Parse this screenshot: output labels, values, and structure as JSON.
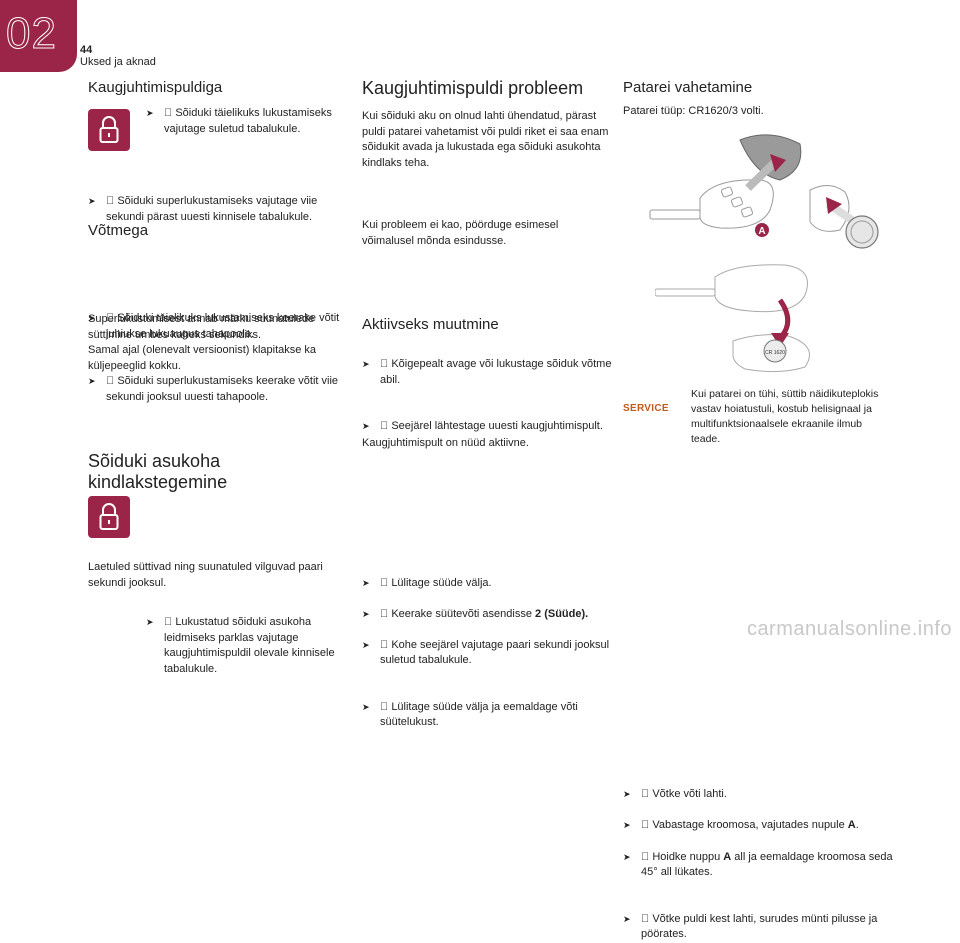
{
  "header": {
    "chapter_number": "02",
    "page_number": "44",
    "section_title": "Uksed ja aknad"
  },
  "col1": {
    "remote_title": "Kaugjuhtimispuldiga",
    "remote_bullet_1": "Sõiduki täielikuks lukustamiseks vajutage suletud tabalukule.",
    "remote_bullet_2": "Sõiduki superlukustamiseks vajutage viie sekundi pärast uuesti kinnisele tabalukule.",
    "key_title": "Võtmega",
    "key_bullet_1": "Sõiduki täielikuks lukustamiseks keerake võtit juhiukse lukuaugus tahapoole.",
    "key_bullet_2": "Sõiduki superlukustamiseks keerake võtit viie sekundi jooksul uuesti tahapoole.",
    "key_para_1": "Superlukustumisest annab märku suunatulede süttimine umbes kaheks sekundiks.",
    "key_para_2": "Samal ajal (olenevalt versioonist) klapitakse ka küljepeeglid kokku.",
    "locate_title_1": "Sõiduki asukoha",
    "locate_title_2": "kindlakstegemine",
    "locate_bullet": "Lukustatud sõiduki asukoha leidmiseks parklas vajutage kaugjuhtimispuldil olevale kinnisele tabalukule.",
    "locate_para": "Laetuled süttivad ning suunatuled vilguvad paari sekundi jooksul."
  },
  "col2": {
    "problem_title": "Kaugjuhtimispuldi probleem",
    "problem_para": "Kui sõiduki aku on olnud lahti ühendatud, pärast puldi patarei vahetamist või puldi riket ei saa enam sõidukit avada ja lukustada ega sõiduki asukohta kindlaks teha.",
    "problem_bullet_1": "Kõigepealt avage või lukustage sõiduk võtme abil.",
    "problem_bullet_2": "Seejärel lähtestage uuesti kaugjuhtimispult.",
    "problem_para_2": "Kui probleem ei kao, pöörduge esimesel võimalusel mõnda esindusse.",
    "activate_title": "Aktiivseks muutmine",
    "activate_bullet_1": "Lülitage süüde välja.",
    "activate_bullet_2_prefix": "Keerake süütevõti asendisse ",
    "activate_bullet_2_bold": "2 (Süüde).",
    "activate_bullet_3": "Kohe seejärel vajutage paari sekundi jooksul suletud tabalukule.",
    "activate_bullet_4": "Lülitage süüde välja ja eemaldage võti süütelukust.",
    "activate_para": "Kaugjuhtimispult on nüüd aktiivne."
  },
  "col3": {
    "battery_title": "Patarei vahetamine",
    "battery_type": "Patarei tüüp: CR1620/3 volti.",
    "diagram_label_a": "A",
    "coin_label": "CR 1620",
    "service_label": "SERVICE",
    "service_text": "Kui patarei on tühi, süttib näidikuteplokis vastav hoiatustuli, kostub helisignaal ja multifunktsionaalsele ekraanile ilmub teade.",
    "step_1": "Võtke võti lahti.",
    "step_2_prefix": "Vabastage kroomosa, vajutades nupule ",
    "step_2_bold": "A",
    "step_2_suffix": ".",
    "step_3_prefix": "Hoidke nuppu ",
    "step_3_bold": "A",
    "step_3_suffix": " all ja eemaldage kroomosa seda 45° all lükates.",
    "step_4": "Võtke puldi kest lahti, surudes münti pilusse ja pöörates."
  },
  "footer": {
    "watermark": "carmanualsonline.info"
  },
  "colors": {
    "accent": "#9b2548",
    "service": "#c25a1a"
  }
}
